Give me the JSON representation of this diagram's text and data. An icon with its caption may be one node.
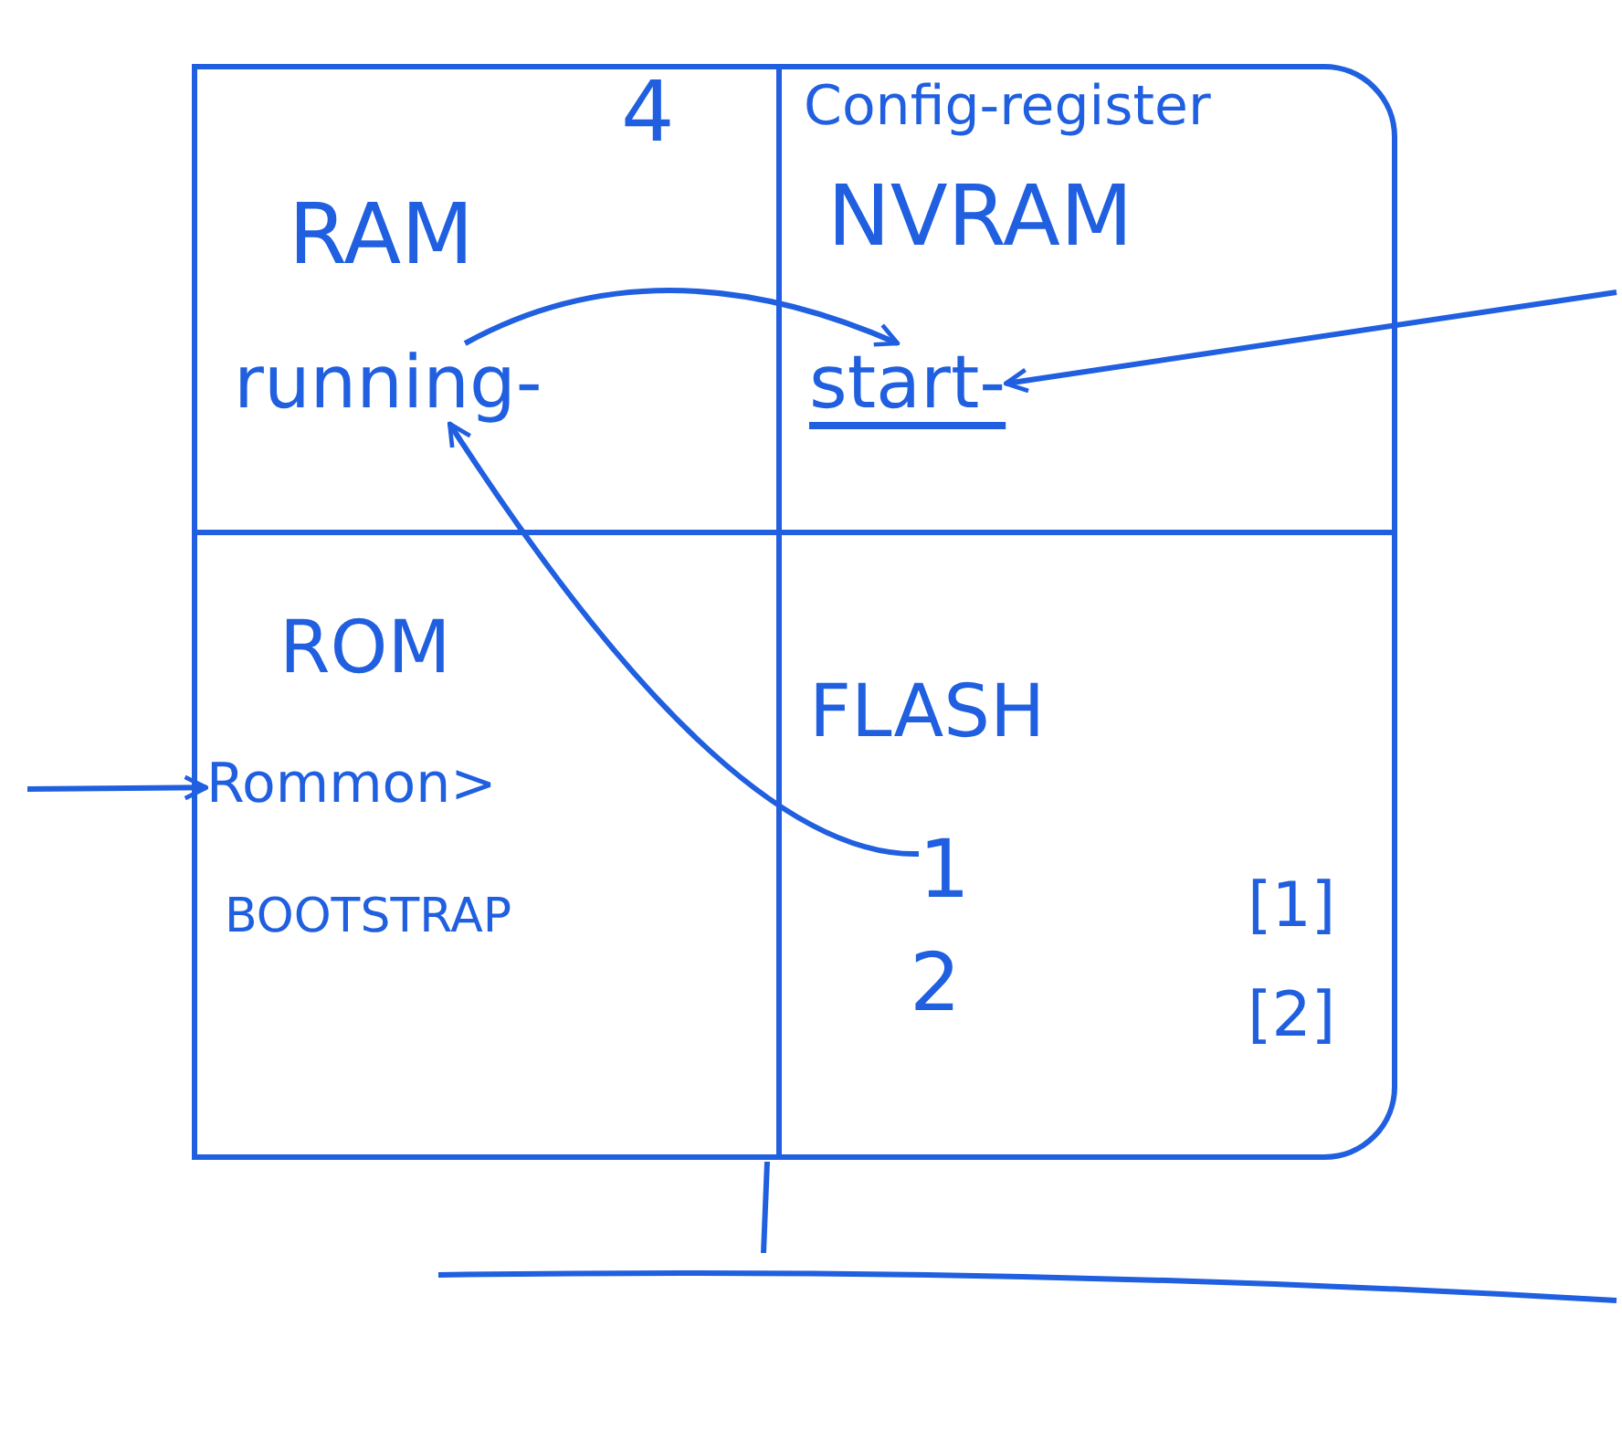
{
  "diagram": {
    "nodes": [
      {
        "text": [],
        "shape": "box"
      },
      {
        "text": [
          "RAM"
        ],
        "in": 0
      },
      {
        "text": [
          "running-"
        ],
        "in": 1
      },
      {
        "text": [
          "Config-register",
          "NVRAM"
        ],
        "in": 0
      },
      {
        "text": [
          "start-"
        ],
        "in": 3
      },
      {
        "text": [
          "ROM"
        ],
        "in": 0
      },
      {
        "text": [
          "Rommon>"
        ],
        "in": 5
      },
      {
        "text": [
          "BOOTSTRAP"
        ],
        "in": 5
      },
      {
        "text": [
          "FLASH"
        ],
        "in": 0
      },
      {
        "text": [
          "1"
        ],
        "in": 8
      },
      {
        "text": [
          "2"
        ],
        "in": 8
      }
    ],
    "edges": [
      {
        "from": 2,
        "to": 4,
        "arrow": "to"
      },
      {
        "from": null,
        "to": 4,
        "arrow": "to"
      },
      {
        "from": 9,
        "to": 2,
        "arrow": "to"
      },
      {
        "from": null,
        "to": 6,
        "arrow": "to"
      }
    ],
    "labels": [
      "4",
      "[1]",
      "[2]"
    ]
  }
}
